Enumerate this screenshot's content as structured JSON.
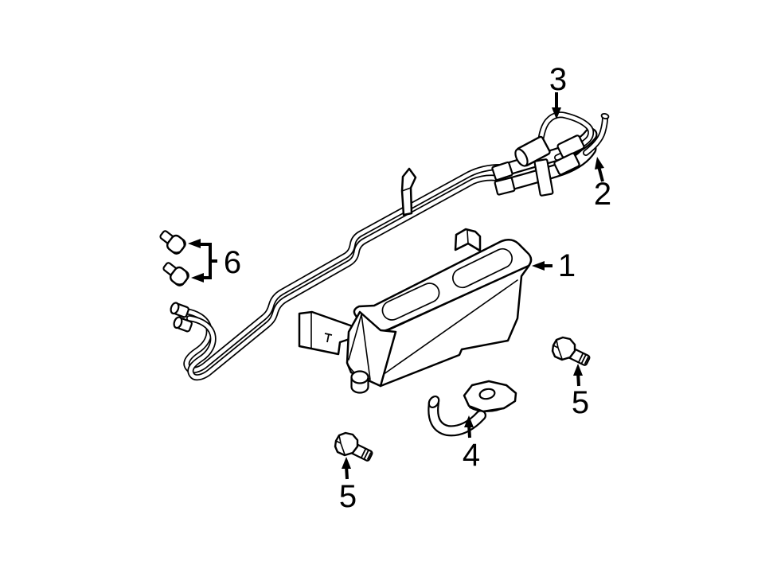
{
  "figure": {
    "background_color": "#ffffff",
    "line_color": "#000000",
    "callouts": [
      {
        "id": "callout-1",
        "label": "1"
      },
      {
        "id": "callout-2",
        "label": "2"
      },
      {
        "id": "callout-3",
        "label": "3"
      },
      {
        "id": "callout-4",
        "label": "4"
      },
      {
        "id": "callout-5-right",
        "label": "5"
      },
      {
        "id": "callout-5-bottom",
        "label": "5"
      },
      {
        "id": "callout-6",
        "label": "6"
      }
    ]
  }
}
